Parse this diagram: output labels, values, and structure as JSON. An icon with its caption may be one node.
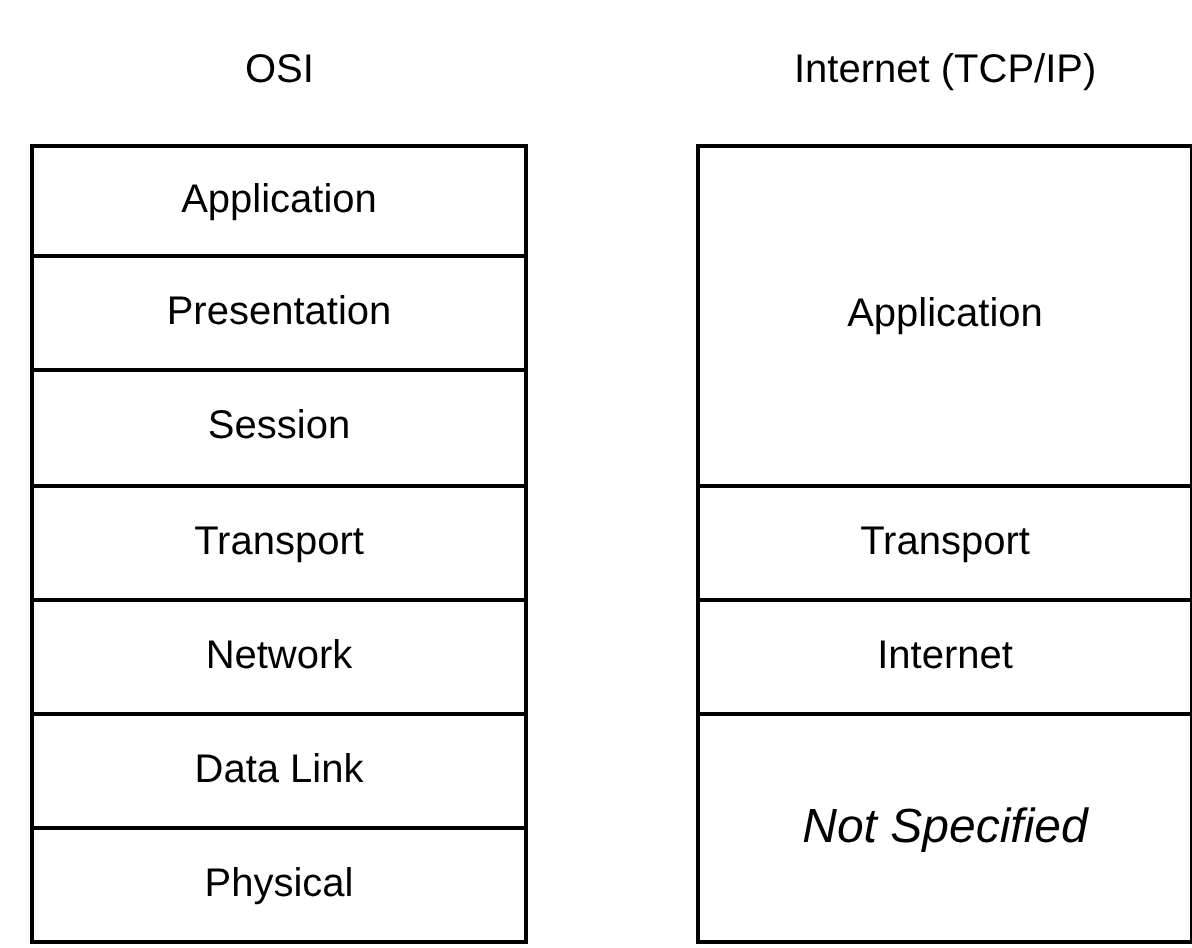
{
  "diagram": {
    "nodes": [
      {
        "text": [
          "Application"
        ]
      },
      {
        "text": [
          "Presentation"
        ]
      },
      {
        "text": [
          "Session"
        ]
      },
      {
        "text": [
          "Transport"
        ]
      },
      {
        "text": [
          "Network"
        ]
      },
      {
        "text": [
          "Data Link"
        ]
      },
      {
        "text": [
          "Physical"
        ]
      },
      {
        "text": [
          "Application"
        ]
      },
      {
        "text": [
          "Transport"
        ]
      },
      {
        "text": [
          "Internet"
        ]
      },
      {
        "text": [
          "Not Specified"
        ]
      }
    ],
    "edges": [],
    "labels": [
      "OSI",
      "Internet (TCP/IP)"
    ]
  }
}
